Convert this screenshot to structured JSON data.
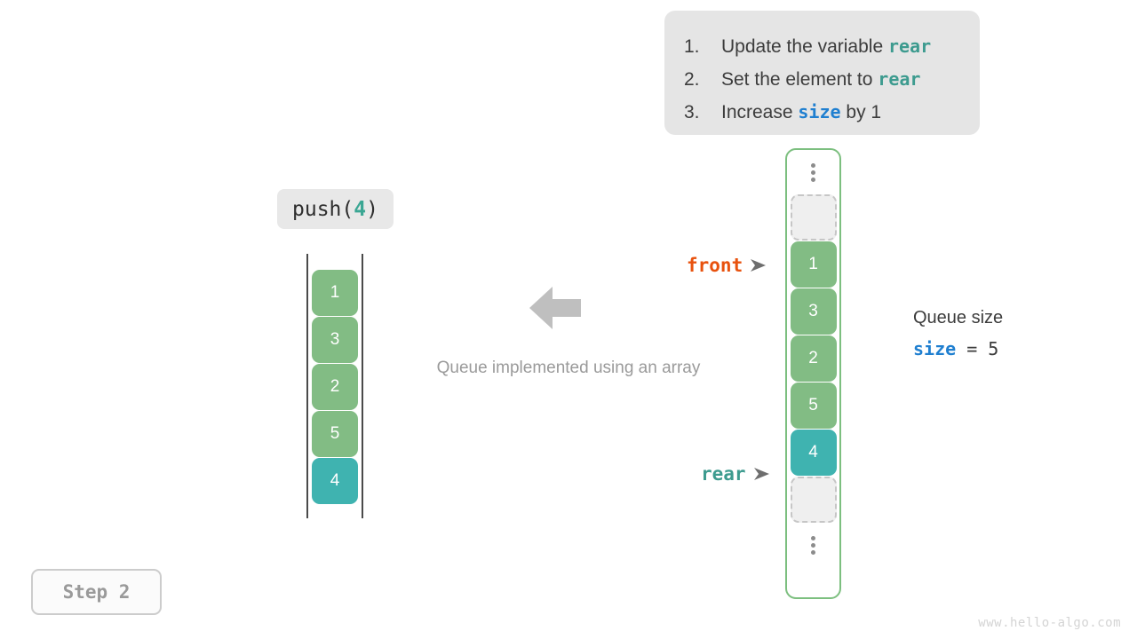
{
  "instructions": {
    "items": [
      {
        "num": "1.",
        "pre": "Update the variable ",
        "keyword": "rear",
        "post": "",
        "keyword_kind": "rear"
      },
      {
        "num": "2.",
        "pre": "Set the element to ",
        "keyword": "rear",
        "post": "",
        "keyword_kind": "rear"
      },
      {
        "num": "3.",
        "pre": "Increase ",
        "keyword": "size",
        "post": " by 1",
        "keyword_kind": "size"
      }
    ]
  },
  "operation": {
    "name": "push(",
    "argument": "4",
    "close": ")"
  },
  "left_array": {
    "cells": [
      {
        "value": "1",
        "kind": "green"
      },
      {
        "value": "3",
        "kind": "green"
      },
      {
        "value": "2",
        "kind": "green"
      },
      {
        "value": "5",
        "kind": "green"
      },
      {
        "value": "4",
        "kind": "teal"
      }
    ]
  },
  "center": {
    "caption": "Queue implemented using an array",
    "arrow_icon": "arrow-left-icon"
  },
  "right_queue": {
    "top_dots_icon": "vertical-ellipsis-icon",
    "bottom_dots_icon": "vertical-ellipsis-icon",
    "cells": [
      {
        "value": "",
        "kind": "empty"
      },
      {
        "value": "1",
        "kind": "green"
      },
      {
        "value": "3",
        "kind": "green"
      },
      {
        "value": "2",
        "kind": "green"
      },
      {
        "value": "5",
        "kind": "green"
      },
      {
        "value": "4",
        "kind": "teal"
      },
      {
        "value": "",
        "kind": "empty"
      }
    ]
  },
  "pointers": {
    "front": {
      "label": "front",
      "color": "#e8520e"
    },
    "rear": {
      "label": "rear",
      "color": "#3d9b8f"
    }
  },
  "size_info": {
    "title": "Queue size",
    "var_name": "size",
    "equals": " = ",
    "value": "5"
  },
  "step": {
    "label": "Step 2"
  },
  "watermark": {
    "text": "www.hello-algo.com"
  },
  "colors": {
    "green": "#82bc84",
    "teal": "#3fb3b0",
    "front_orange": "#e8520e",
    "rear_teal": "#3d9b8f",
    "size_blue": "#1f7fd0",
    "panel_gray": "#e5e5e5",
    "queue_border_green": "#7cbf7f"
  }
}
